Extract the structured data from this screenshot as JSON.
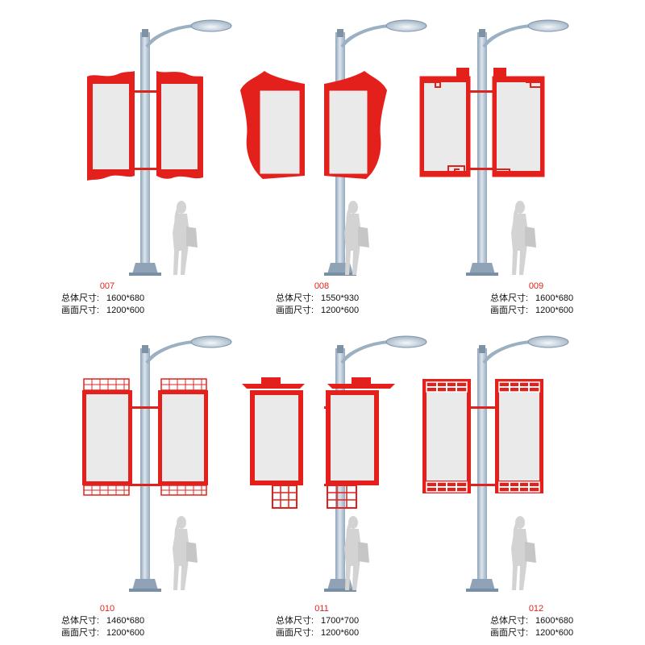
{
  "products": [
    {
      "code": "007",
      "overall_label": "总体尺寸:",
      "overall_value": "1600*680",
      "screen_label": "画面尺寸:",
      "screen_value": "1200*600",
      "style": "wave-banner"
    },
    {
      "code": "008",
      "overall_label": "总体尺寸:",
      "overall_value": "1550*930",
      "screen_label": "画面尺寸:",
      "screen_value": "1200*600",
      "style": "flared-shield"
    },
    {
      "code": "009",
      "overall_label": "总体尺寸:",
      "overall_value": "1600*680",
      "screen_label": "画面尺寸:",
      "screen_value": "1200*600",
      "style": "fretwork-corners"
    },
    {
      "code": "010",
      "overall_label": "总体尺寸:",
      "overall_value": "1460*680",
      "screen_label": "画面尺寸:",
      "screen_value": "1200*600",
      "style": "lattice-caps"
    },
    {
      "code": "011",
      "overall_label": "总体尺寸:",
      "overall_value": "1700*700",
      "screen_label": "画面尺寸:",
      "screen_value": "1200*600",
      "style": "roof-and-lattice"
    },
    {
      "code": "012",
      "overall_label": "总体尺寸:",
      "overall_value": "1600*680",
      "screen_label": "画面尺寸:",
      "screen_value": "1200*600",
      "style": "window-lattice"
    }
  ],
  "colors": {
    "accent_red": "#e3201b",
    "pole": "#b4c3d3",
    "panel": "#eaeaea",
    "figure": "#d4d4d4"
  }
}
